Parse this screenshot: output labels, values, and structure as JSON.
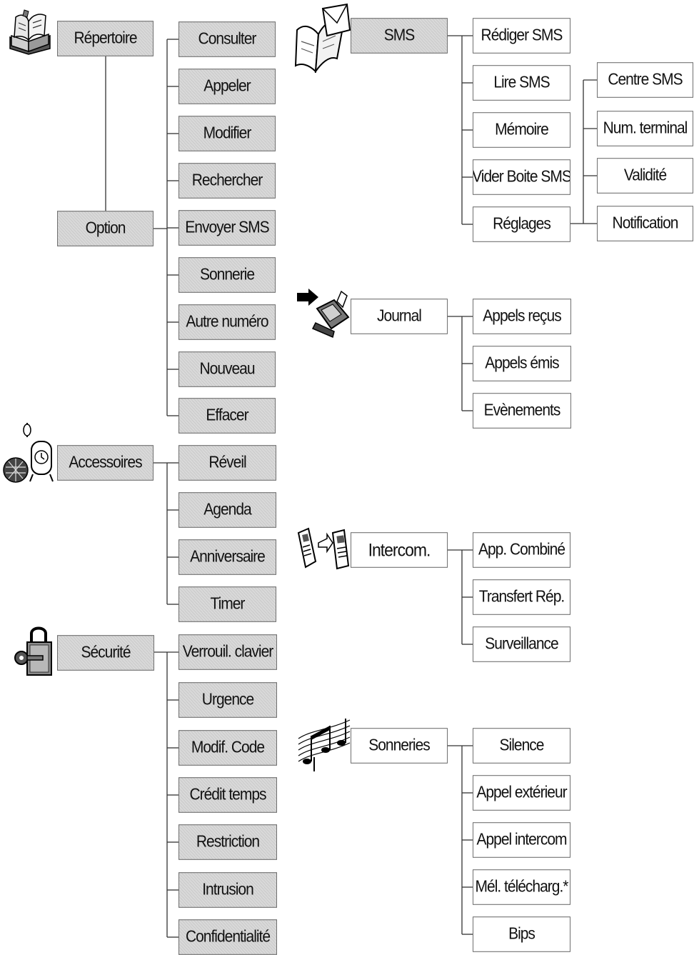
{
  "colors": {
    "line": "#333333",
    "box_border": "#6f6f6f",
    "shaded_fill": "#d9d9d9",
    "text": "#111111"
  },
  "left": {
    "repertoire": {
      "icon": "book-icon",
      "label": "Répertoire",
      "items": [
        "Consulter",
        "Appeler",
        "Modifier",
        "Rechercher"
      ],
      "option": {
        "label": "Option",
        "items": [
          "Envoyer SMS",
          "Sonnerie",
          "Autre numéro",
          "Nouveau",
          "Effacer"
        ]
      }
    },
    "accessoires": {
      "icon": "alarm-clock-icon",
      "label": "Accessoires",
      "items": [
        "Réveil",
        "Agenda",
        "Anniversaire",
        "Timer"
      ]
    },
    "securite": {
      "icon": "padlock-key-icon",
      "label": "Sécurité",
      "items": [
        "Verrouil. clavier",
        "Urgence",
        "Modif. Code",
        "Crédit temps",
        "Restriction",
        "Intrusion",
        "Confidentialité"
      ]
    }
  },
  "right": {
    "sms": {
      "icon": "envelope-letter-icon",
      "label": "SMS",
      "items": [
        "Rédiger SMS",
        "Lire SMS",
        "Mémoire",
        "Vider Boite SMS",
        "Réglages"
      ],
      "reglages_items": [
        "Centre SMS",
        "Num. terminal",
        "Validité",
        "Notification"
      ]
    },
    "journal": {
      "icon": "phone-log-icon",
      "label": "Journal",
      "items": [
        "Appels reçus",
        "Appels émis",
        "Evènements"
      ]
    },
    "intercom": {
      "icon": "handsets-icon",
      "label": "Intercom.",
      "items": [
        "App. Combiné",
        "Transfert Rép.",
        "Surveillance"
      ]
    },
    "sonneries": {
      "icon": "music-notes-icon",
      "label": "Sonneries",
      "items": [
        "Silence",
        "Appel extérieur",
        "Appel intercom",
        "Mél. télécharg.*",
        "Bips"
      ]
    }
  }
}
